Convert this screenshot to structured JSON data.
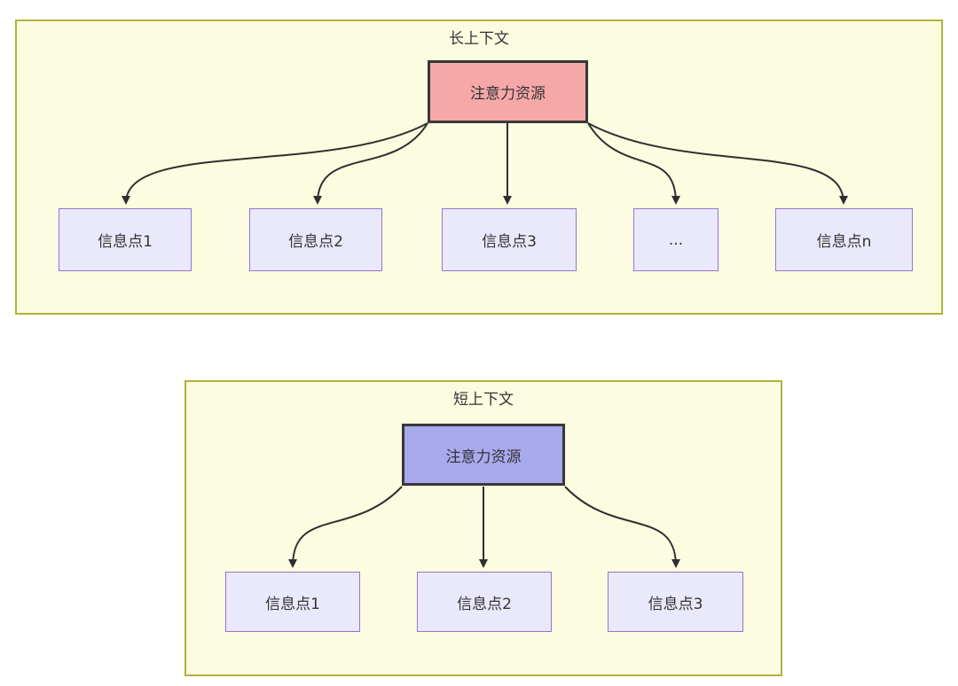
{
  "long_context": {
    "title": "长上下文",
    "source": {
      "label": "注意力资源"
    },
    "targets": [
      {
        "label": "信息点1"
      },
      {
        "label": "信息点2"
      },
      {
        "label": "信息点3"
      },
      {
        "label": "..."
      },
      {
        "label": "信息点n"
      }
    ]
  },
  "short_context": {
    "title": "短上下文",
    "source": {
      "label": "注意力资源"
    },
    "targets": [
      {
        "label": "信息点1"
      },
      {
        "label": "信息点2"
      },
      {
        "label": "信息点3"
      }
    ]
  },
  "colors": {
    "container_fill": "#fcfce1",
    "container_border": "#b2b23b",
    "long_source_fill": "#f6a8a9",
    "short_source_fill": "#a9a9ed",
    "target_fill": "#e9e9fb",
    "target_border": "#9673d0",
    "source_border": "#383838",
    "arrow": "#2f2f2f",
    "text": "#333333"
  }
}
